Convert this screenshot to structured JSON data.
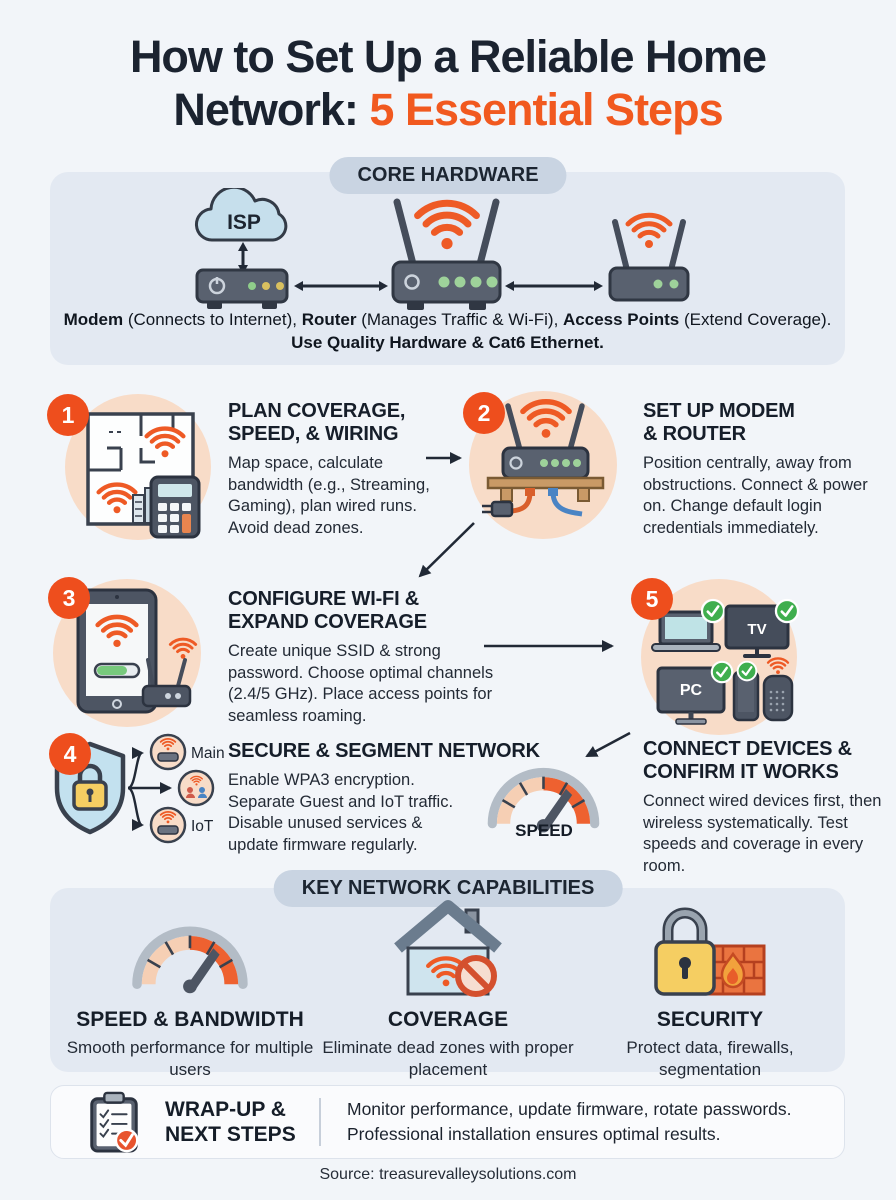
{
  "colors": {
    "accent_orange": "#f1591f",
    "wifi_orange": "#ee5a25",
    "badge_orange": "#ee4e1d",
    "panel_blue": "#e3e9f2",
    "pill_blue": "#c9d4e2",
    "peach_circle": "#f8dcc8",
    "check_green": "#3fae4e",
    "dark_text": "#1b2330"
  },
  "title": {
    "line1": "How to Set Up a Reliable Home",
    "line2_prefix": "Network: ",
    "line2_highlight": "5 Essential Steps"
  },
  "core_hardware": {
    "badge": "CORE HARDWARE",
    "isp_label": "ISP",
    "caption": {
      "b1": "Modem",
      "t1": " (Connects to Internet), ",
      "b2": "Router",
      "t2": " (Manages Traffic & Wi-Fi), ",
      "b3": "Access Points",
      "t3": " (Extend Coverage).",
      "line2": "Use Quality Hardware & Cat6 Ethernet."
    }
  },
  "steps": [
    {
      "number": "1",
      "title_lines": [
        "PLAN COVERAGE,",
        "SPEED, & WIRING"
      ],
      "body": "Map space, calculate bandwidth (e.g., Streaming, Gaming), plan wired runs. Avoid dead zones."
    },
    {
      "number": "2",
      "title_lines": [
        "SET UP MODEM",
        "& ROUTER"
      ],
      "body": "Position centrally, away from obstructions. Connect & power on. Change default login credentials immediately."
    },
    {
      "number": "3",
      "title_lines": [
        "CONFIGURE WI-FI &",
        "EXPAND COVERAGE"
      ],
      "body": "Create unique SSID & strong password. Choose optimal channels (2.4/5 GHz). Place access points for seamless roaming."
    },
    {
      "number": "4",
      "title_lines": [
        "SECURE & SEGMENT NETWORK"
      ],
      "body": "Enable WPA3 encryption. Separate Guest and IoT traffic. Disable unused services & update firmware regularly.",
      "label_main": "Main",
      "label_iot": "IoT"
    },
    {
      "number": "5",
      "title_lines": [
        "CONNECT DEVICES &",
        "CONFIRM IT WORKS"
      ],
      "body": "Connect wired devices first, then wireless systematically. Test speeds and coverage in every room.",
      "label_tv": "TV",
      "label_pc": "PC"
    }
  ],
  "speed_label": "SPEED",
  "capabilities": {
    "badge": "KEY NETWORK CAPABILITIES",
    "items": [
      {
        "title": "SPEED & BANDWIDTH",
        "body": "Smooth performance for multiple users"
      },
      {
        "title": "COVERAGE",
        "body": "Eliminate dead zones with proper placement"
      },
      {
        "title": "SECURITY",
        "body": "Protect data, firewalls, segmentation"
      }
    ]
  },
  "wrapup": {
    "title_lines": [
      "WRAP-UP &",
      "NEXT STEPS"
    ],
    "body_line1": "Monitor performance, update firmware, rotate passwords.",
    "body_line2": "Professional installation ensures optimal results."
  },
  "footer": {
    "source": "Source: treasurevalleysolutions.com"
  }
}
